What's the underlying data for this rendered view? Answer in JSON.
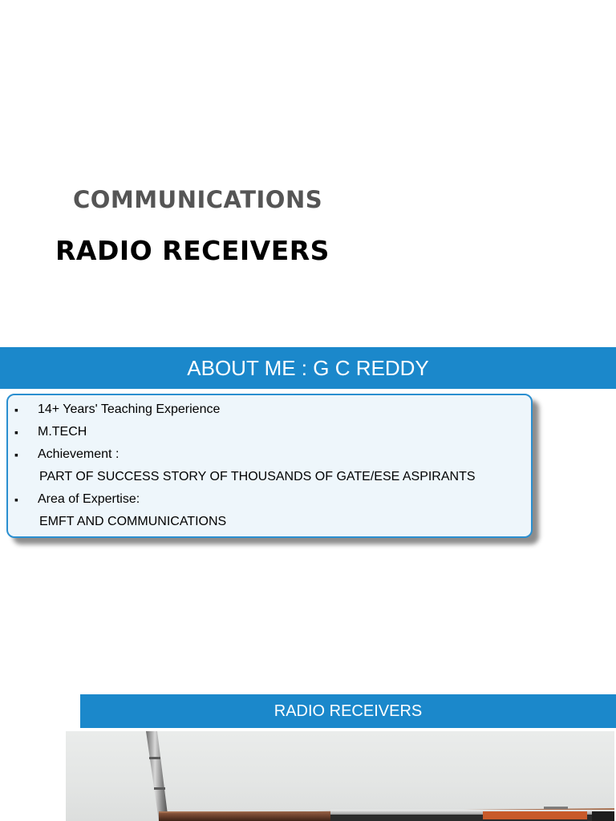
{
  "title_slide": {
    "subject": "COMMUNICATIONS",
    "topic": "RADIO RECEIVERS"
  },
  "about": {
    "heading": "ABOUT ME : G C REDDY",
    "items": [
      {
        "bullet": "▪",
        "text": "14+ Years' Teaching Experience"
      },
      {
        "bullet": "▪",
        "text": "M.TECH"
      },
      {
        "bullet": "▪",
        "text": "Achievement :"
      },
      {
        "bullet": "",
        "text": "PART OF SUCCESS STORY OF THOUSANDS OF GATE/ESE ASPIRANTS"
      },
      {
        "bullet": "▪",
        "text": "Area of Expertise:"
      },
      {
        "bullet": "",
        "text": "EMFT AND COMMUNICATIONS"
      }
    ]
  },
  "radio_section": {
    "heading": "RADIO RECEIVERS",
    "image": "portable-radio-with-antenna"
  },
  "colors": {
    "banner": "#1b88cb",
    "box_border": "#2a8fd0",
    "box_fill": "#eef6fb",
    "subject_text": "#555555"
  }
}
